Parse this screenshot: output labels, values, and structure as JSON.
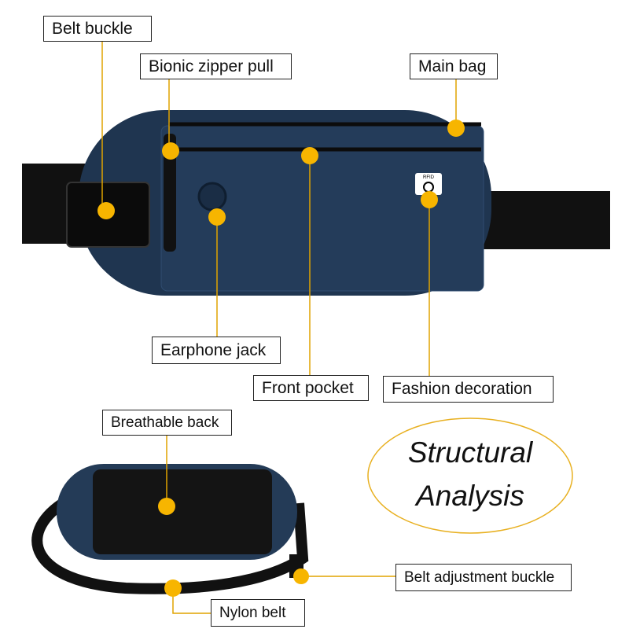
{
  "labels": {
    "belt_buckle": "Belt buckle",
    "bionic_zipper_pull": "Bionic zipper pull",
    "main_bag": "Main bag",
    "earphone_jack": "Earphone jack",
    "front_pocket": "Front pocket",
    "fashion_decoration": "Fashion decoration",
    "breathable_back": "Breathable back",
    "belt_adjustment_buckle": "Belt adjustment buckle",
    "nylon_belt": "Nylon belt"
  },
  "badge_text": "RFID",
  "title": {
    "line1": "Structural",
    "line2": "Analysis"
  },
  "colors": {
    "marker": "#f7b500",
    "leader_line": "#e0a300",
    "bag": "#1f3550",
    "strap": "#111111",
    "ellipse": "#e8b020"
  }
}
